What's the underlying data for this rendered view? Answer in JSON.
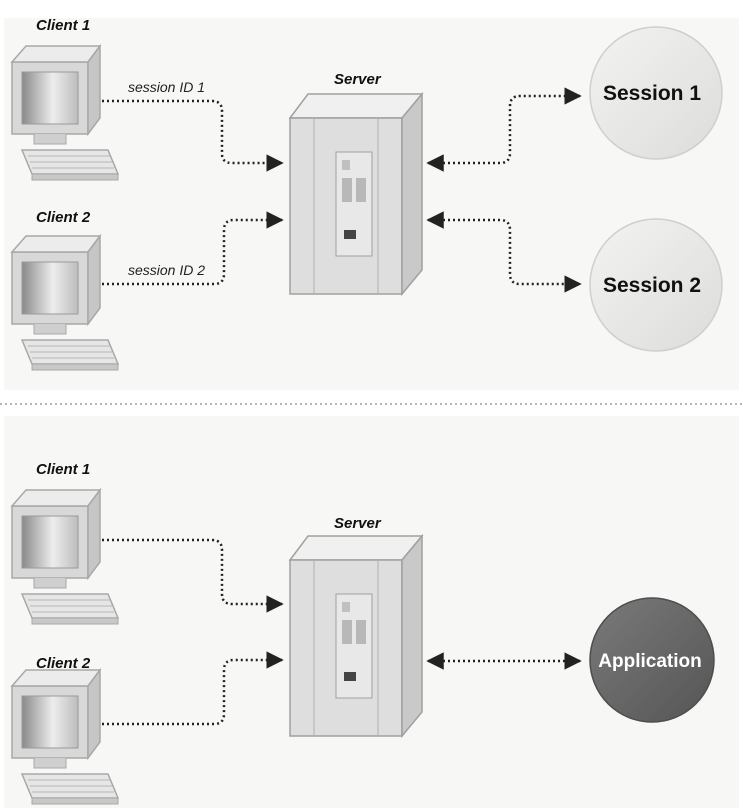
{
  "top_panel": {
    "client1_label": "Client 1",
    "client2_label": "Client 2",
    "server_label": "Server",
    "session_id_1": "session ID 1",
    "session_id_2": "session ID 2",
    "session1_label": "Session 1",
    "session2_label": "Session 2"
  },
  "bottom_panel": {
    "client1_label": "Client 1",
    "client2_label": "Client 2",
    "server_label": "Server",
    "application_label": "Application"
  },
  "colors": {
    "background": "#ffffff",
    "panel_bg": "#f7f7f5",
    "session_bubble": "#ebebe9",
    "application_bubble": "#6e6e6e",
    "line": "#222222",
    "divider": "#b5b5b5"
  },
  "icons": [
    "desktop-computer-icon",
    "server-tower-icon"
  ]
}
